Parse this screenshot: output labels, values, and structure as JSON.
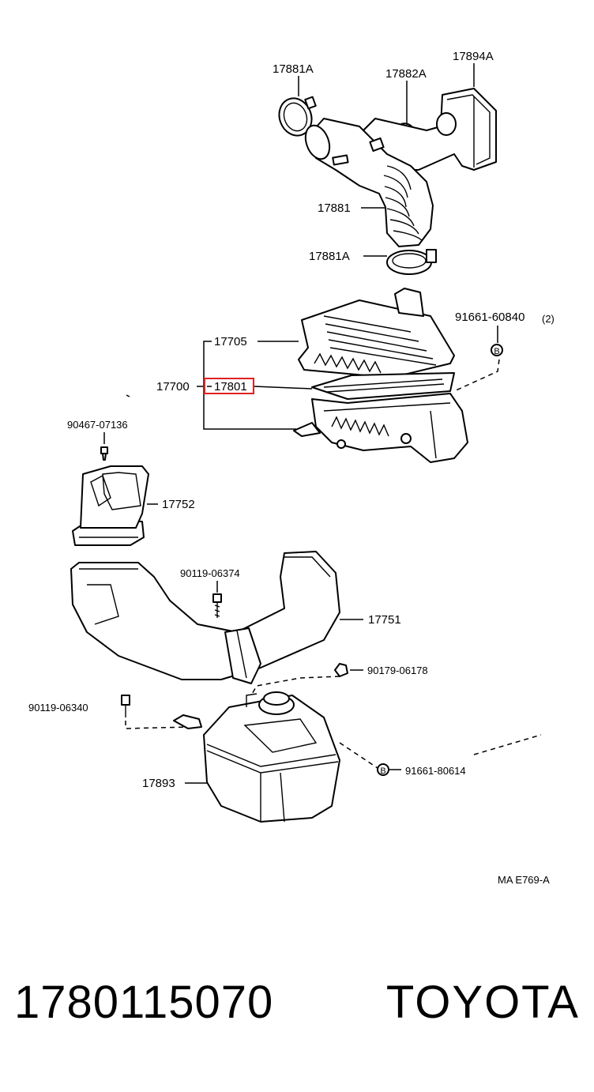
{
  "labels": {
    "clamp_top": "17881A",
    "clamp_mid": "17882A",
    "intake_cap": "17894A",
    "hose": "17881",
    "clamp_bottom": "17881A",
    "bolt_top_right": "91661-60840",
    "bolt_top_right_qty": "(2)",
    "cap_assy": "17705",
    "cleaner_assy": "17700",
    "filter": "17801",
    "bolt_left": "90467-07136",
    "inlet_duct": "17752",
    "bolt_mid": "90119-06374",
    "duct_main": "17751",
    "nut_right": "90179-06178",
    "bolt_lower_left": "90119-06340",
    "resonator": "17893",
    "bolt_lower_right": "91661-80614",
    "bolt_marker": "B",
    "drawing_code": "MA E769-A"
  },
  "footer": {
    "part_number": "1780115070",
    "brand": "TOYOTA"
  },
  "colors": {
    "highlight_box": "#e02020",
    "ink": "#000000"
  }
}
